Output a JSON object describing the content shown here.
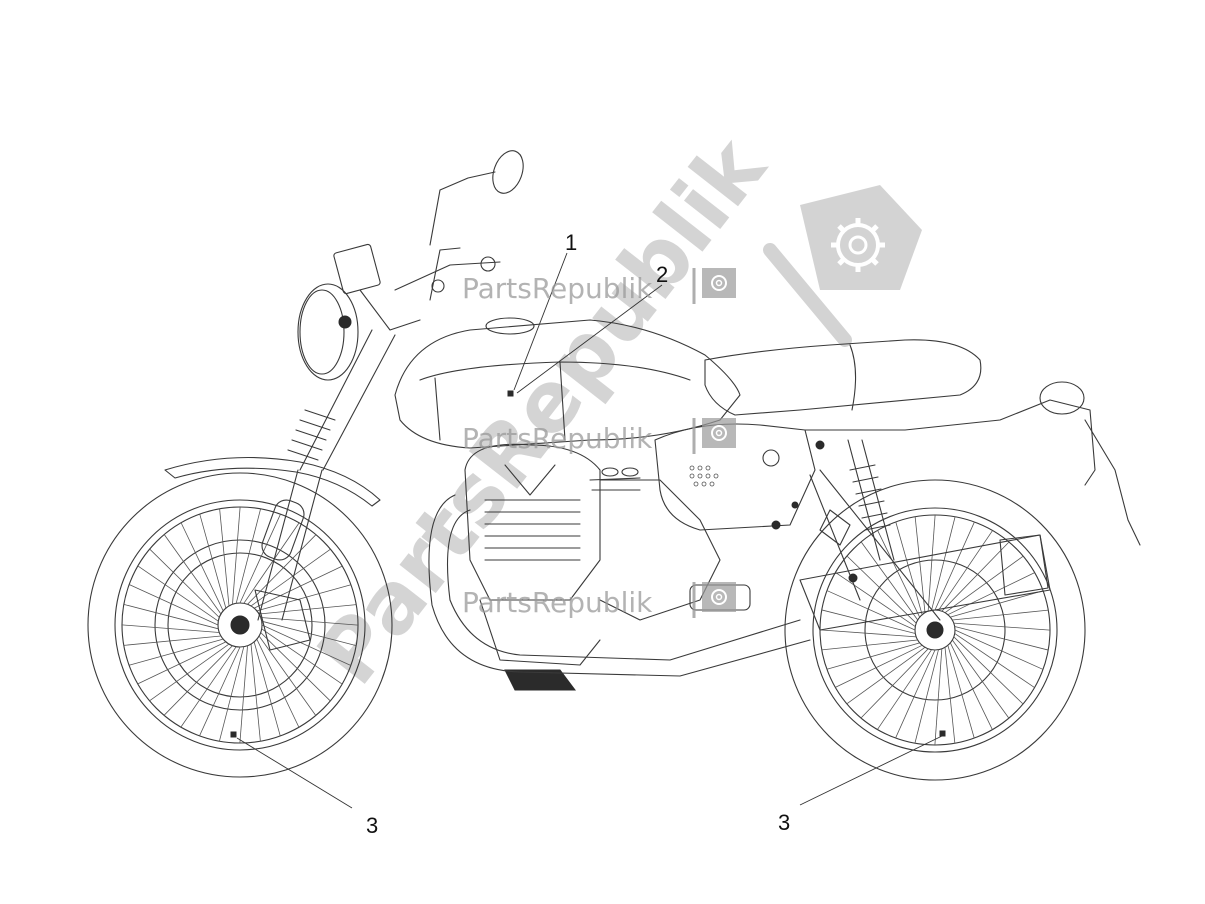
{
  "callouts": [
    {
      "label": "1"
    },
    {
      "label": "2"
    },
    {
      "label": "3"
    },
    {
      "label": "3"
    }
  ],
  "watermark": {
    "text": "PartsRepublik",
    "diagonal_text": "PartsRepublik",
    "color": "#9a9a9a",
    "icon": "gear-icon"
  },
  "colors": {
    "line": "#3a3a3a",
    "background": "#ffffff"
  }
}
